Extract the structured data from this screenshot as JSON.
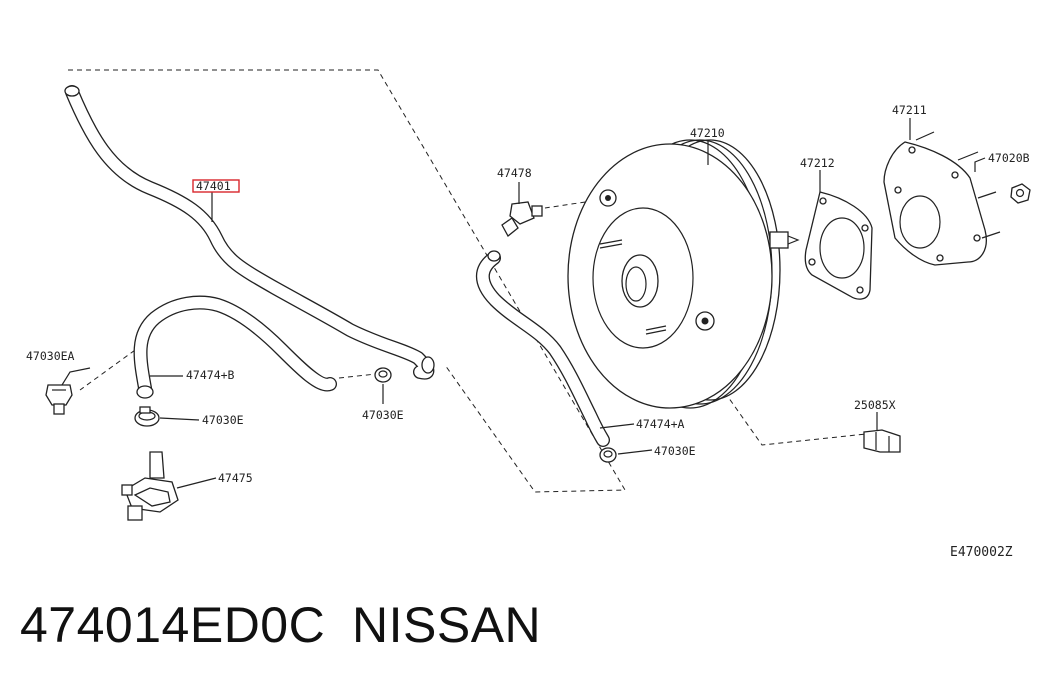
{
  "diagram": {
    "highlight_label": "47401",
    "labels": {
      "p47401": "47401",
      "p47030EA": "47030EA",
      "p47474B": "47474+B",
      "p47030E_left": "47030E",
      "p47475": "47475",
      "p47030E_mid": "47030E",
      "p47478": "47478",
      "p47210": "47210",
      "p47212": "47212",
      "p47211": "47211",
      "p47020B": "47020B",
      "p47474A": "47474+A",
      "p47030E_right": "47030E",
      "p25085X": "25085X",
      "diagram_code": "E470002Z"
    },
    "highlight_color": "#d9262c"
  },
  "footer": {
    "part_number": "474014ED0C",
    "brand": "NISSAN"
  }
}
